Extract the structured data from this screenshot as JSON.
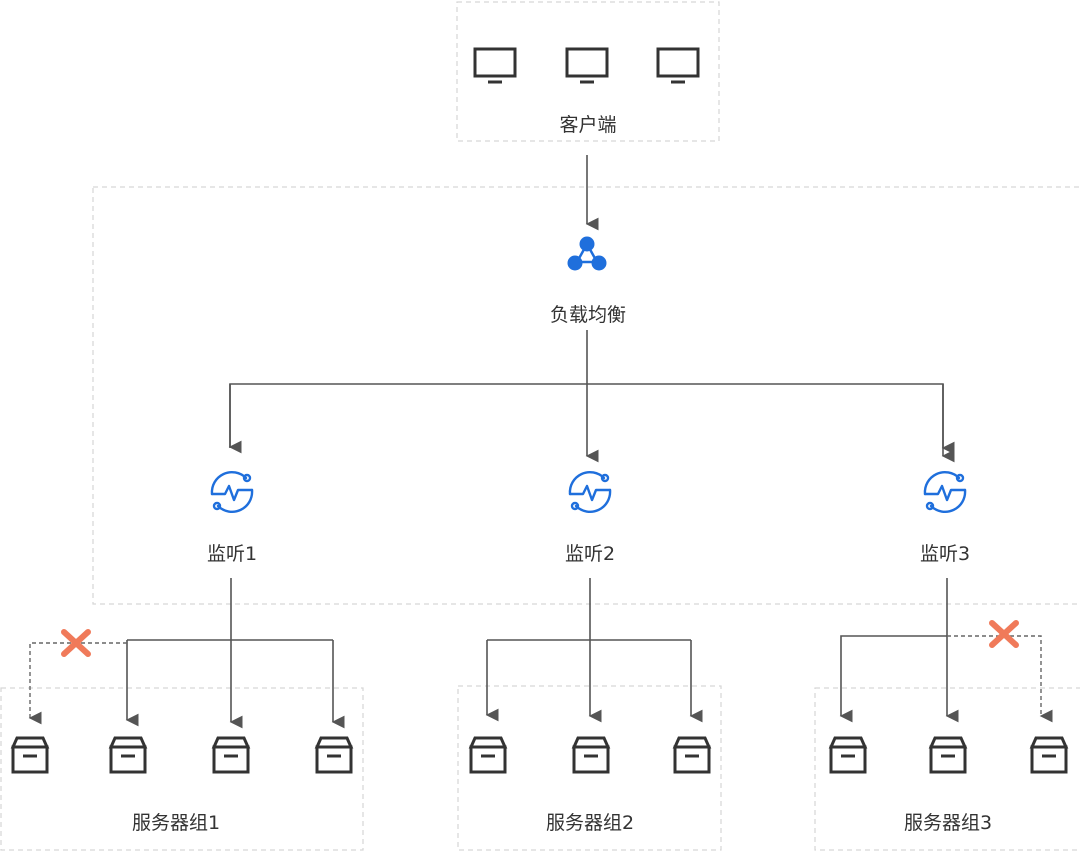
{
  "client": {
    "label": "客户端",
    "monitors": 3,
    "icon": "monitor-icon"
  },
  "load_balancer": {
    "label": "负载均衡",
    "icon": "load-balancer-icon",
    "color": "#1f6fdc"
  },
  "listeners": [
    {
      "label": "监听1",
      "icon": "listener-icon"
    },
    {
      "label": "监听2",
      "icon": "listener-icon"
    },
    {
      "label": "监听3",
      "icon": "listener-icon"
    }
  ],
  "server_groups": [
    {
      "label": "服务器组1",
      "servers": 4,
      "failed_server": 1
    },
    {
      "label": "服务器组2",
      "servers": 3,
      "failed_server": null
    },
    {
      "label": "服务器组3",
      "servers": 3,
      "failed_server": 3
    }
  ],
  "colors": {
    "accent": "#1f6fdc",
    "failure": "#f07a5a",
    "line": "#555555",
    "border": "#d6d6d6"
  }
}
